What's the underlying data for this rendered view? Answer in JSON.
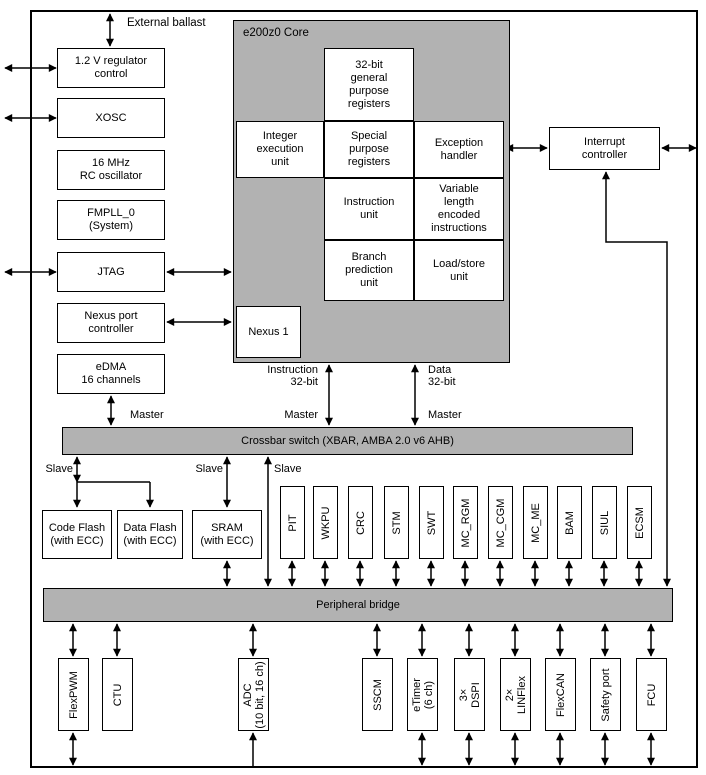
{
  "colors": {
    "block_gray": "#b2b2b2",
    "line": "#000000",
    "box_bg": "#ffffff"
  },
  "top_label": "External ballast",
  "left_column": [
    {
      "label": "1.2 V regulator\ncontrol"
    },
    {
      "label": "XOSC"
    },
    {
      "label": "16 MHz\nRC oscillator"
    },
    {
      "label": "FMPLL_0\n(System)"
    },
    {
      "label": "JTAG"
    },
    {
      "label": "Nexus port\ncontroller"
    },
    {
      "label": "eDMA\n16 channels"
    }
  ],
  "core": {
    "title": "e200z0 Core",
    "gpr": "32-bit\ngeneral\npurpose\nregisters",
    "integer_execution": "Integer\nexecution\nunit",
    "special_purpose": "Special\npurpose\nregisters",
    "exception_handler": "Exception\nhandler",
    "instruction_unit": "Instruction\nunit",
    "vle": "Variable\nlength\nencoded\ninstructions",
    "branch_prediction": "Branch\nprediction\nunit",
    "load_store": "Load/store\nunit",
    "nexus": "Nexus 1"
  },
  "interrupt_controller": "Interrupt\ncontroller",
  "bus": {
    "instruction": "Instruction\n32-bit",
    "data": "Data\n32-bit",
    "master": "Master",
    "slave": "Slave",
    "crossbar": "Crossbar switch (XBAR, AMBA 2.0 v6 AHB)",
    "bridge": "Peripheral bridge"
  },
  "memories": [
    {
      "label": "Code Flash\n(with ECC)"
    },
    {
      "label": "Data Flash\n(with ECC)"
    },
    {
      "label": "SRAM\n(with ECC)"
    }
  ],
  "platform_peripherals": [
    "PIT",
    "WKPU",
    "CRC",
    "STM",
    "SWT",
    "MC_RGM",
    "MC_CGM",
    "MC_ME",
    "BAM",
    "SIUL",
    "ECSM"
  ],
  "io_peripherals": [
    "FlexPWM",
    "CTU",
    "ADC\n(10 bit, 16 ch)",
    "SSCM",
    "eTimer\n(6 ch)",
    "3×\nDSPI",
    "2×\nLINFlex",
    "FlexCAN",
    "Safety port",
    "FCU"
  ]
}
